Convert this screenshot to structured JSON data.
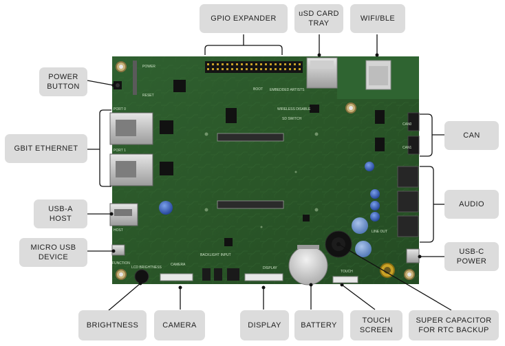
{
  "callouts": {
    "gpio_expander": "GPIO EXPANDER",
    "usd_card_tray": "uSD CARD\nTRAY",
    "wifi_ble": "WIFI/BLE",
    "power_button": "POWER\nBUTTON",
    "gbit_ethernet": "GBIT ETHERNET",
    "can": "CAN",
    "usb_a_host": "USB-A\nHOST",
    "audio": "AUDIO",
    "micro_usb_device": "MICRO USB\nDEVICE",
    "usb_c_power": "USB-C\nPOWER",
    "brightness": "BRIGHTNESS",
    "camera": "CAMERA",
    "display": "DISPLAY",
    "battery": "BATTERY",
    "touch_screen": "TOUCH\nSCREEN",
    "super_capacitor": "SUPER CAPACITOR\nFOR RTC BACKUP"
  },
  "board_silkscreen": {
    "port0": "PORT 0",
    "port1": "PORT 1",
    "host": "HOST",
    "function": "FUNCTION",
    "lcd_brightness": "LCD BRIGHTNESS",
    "camera": "CAMERA",
    "backlight_input": "BACKLIGHT\nINPUT",
    "display": "DISPLAY",
    "touch": "TOUCH",
    "can0": "CAN0",
    "can1": "CAN1",
    "line_out": "LINE OUT",
    "power": "POWER",
    "reset": "RESET",
    "wireless_disable": "WIRELESS\nDISABLE",
    "sd_switch": "SD SWITCH",
    "boot_label": "BOOT",
    "brand": "EMBEDDED\nARTISTS"
  },
  "colors": {
    "pcb": "#2d5a2a",
    "pcb_dark": "#1f421e",
    "callout_bg": "#dcdcdc",
    "leader": "#111111",
    "cap_blue": "#2a54b8",
    "supercap_blue": "#5f86c4",
    "gold": "#c9a227"
  }
}
